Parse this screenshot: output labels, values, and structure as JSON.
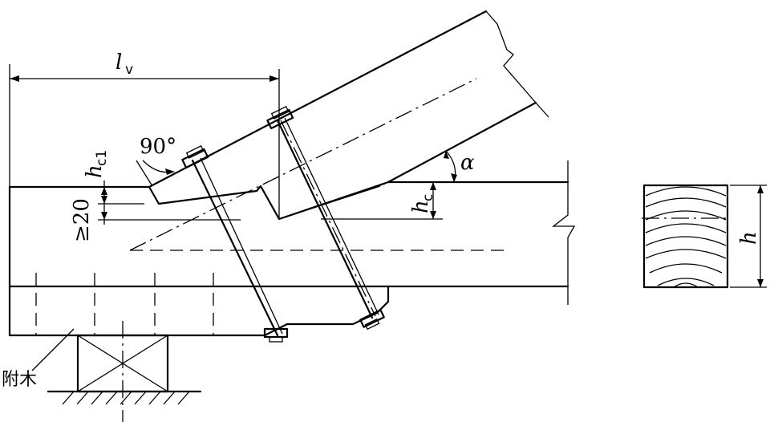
{
  "labels": {
    "lv_main": "l",
    "lv_sub": "v",
    "angle_90": "90°",
    "hc1_main": "h",
    "hc1_sub": "c1",
    "min20": "≥20",
    "hc_main": "h",
    "hc_sub": "c",
    "alpha": "α",
    "h": "h",
    "fumu": "附木"
  }
}
